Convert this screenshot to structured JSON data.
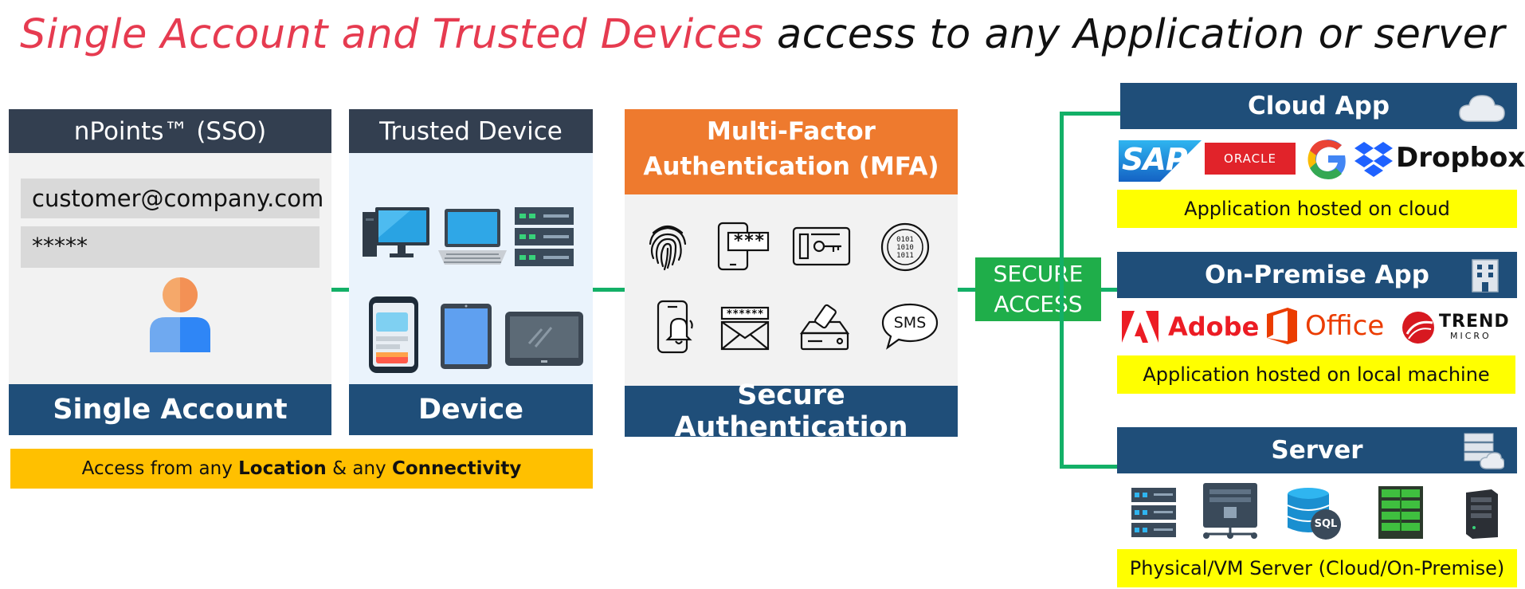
{
  "title": {
    "highlight": "Single Account and Trusted Devices",
    "rest": " access to any Application or server"
  },
  "sso": {
    "header": "nPoints™ (SSO)",
    "email": "customer@company.com",
    "password": "*****",
    "footer": "Single Account"
  },
  "device": {
    "header": "Trusted Device",
    "footer": "Device"
  },
  "mfa": {
    "header_line1": "Multi-Factor",
    "header_line2": "Authentication (MFA)",
    "sms_label": "SMS",
    "otp_label": "***",
    "footer": "Secure Authentication"
  },
  "access": {
    "prefix": "Access from any ",
    "location": "Location",
    "middle": " & any ",
    "connectivity": "Connectivity"
  },
  "secure_access": {
    "line1": "SECURE",
    "line2": "ACCESS"
  },
  "cloud_app": {
    "header": "Cloud App",
    "logos": [
      "SAP",
      "ORACLE",
      "G",
      "Dropbox"
    ],
    "caption": "Application hosted on cloud"
  },
  "onprem_app": {
    "header": "On-Premise App",
    "logos": [
      "Adobe",
      "Office",
      "TREND",
      "MICRO"
    ],
    "caption": "Application hosted on local machine"
  },
  "server": {
    "header": "Server",
    "sql_label": "SQL",
    "caption": "Physical/VM Server (Cloud/On-Premise)"
  },
  "colors": {
    "title_red": "#e63b50",
    "header_dark": "#333f50",
    "footer_blue": "#1f4e79",
    "mfa_orange": "#ee7a2e",
    "connector_green": "#13b067",
    "secure_green": "#1fae4a",
    "yellow": "#ffff00",
    "access_amber": "#ffc000"
  },
  "icons": [
    "user-icon",
    "desktop-icon",
    "laptop-icon",
    "server-rack-icon",
    "smartphone-icon",
    "tablet-icon",
    "tablet-landscape-icon",
    "fingerprint-icon",
    "otp-phone-icon",
    "key-card-icon",
    "binary-token-icon",
    "phone-bell-icon",
    "email-icon",
    "usb-drive-icon",
    "sms-icon",
    "cloud-icon",
    "building-icon",
    "server-cloud-icon",
    "server-stack-icon",
    "server-tower-icon",
    "sql-database-icon",
    "green-server-icon",
    "dark-server-icon"
  ]
}
